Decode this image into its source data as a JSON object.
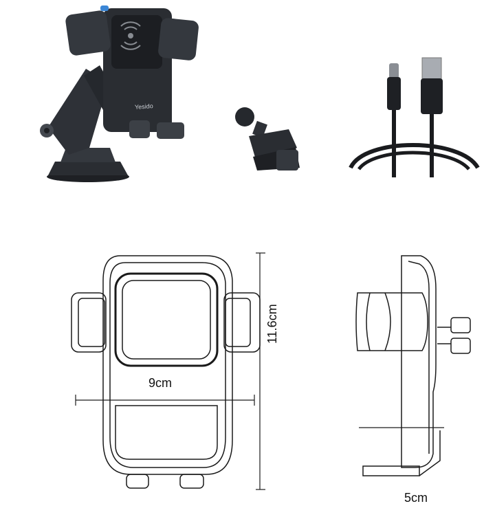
{
  "product": {
    "brand": "Yesido"
  },
  "dimensions": {
    "width": "9cm",
    "height": "11.6cm",
    "depth": "5cm"
  },
  "colors": {
    "body_dark": "#2a2d32",
    "body_mid": "#3c4046",
    "accent_blue": "#3b86d6",
    "line": "#1a1a1a",
    "background": "#ffffff"
  },
  "icons": {
    "wireless_charging": "wireless-charging-icon"
  }
}
